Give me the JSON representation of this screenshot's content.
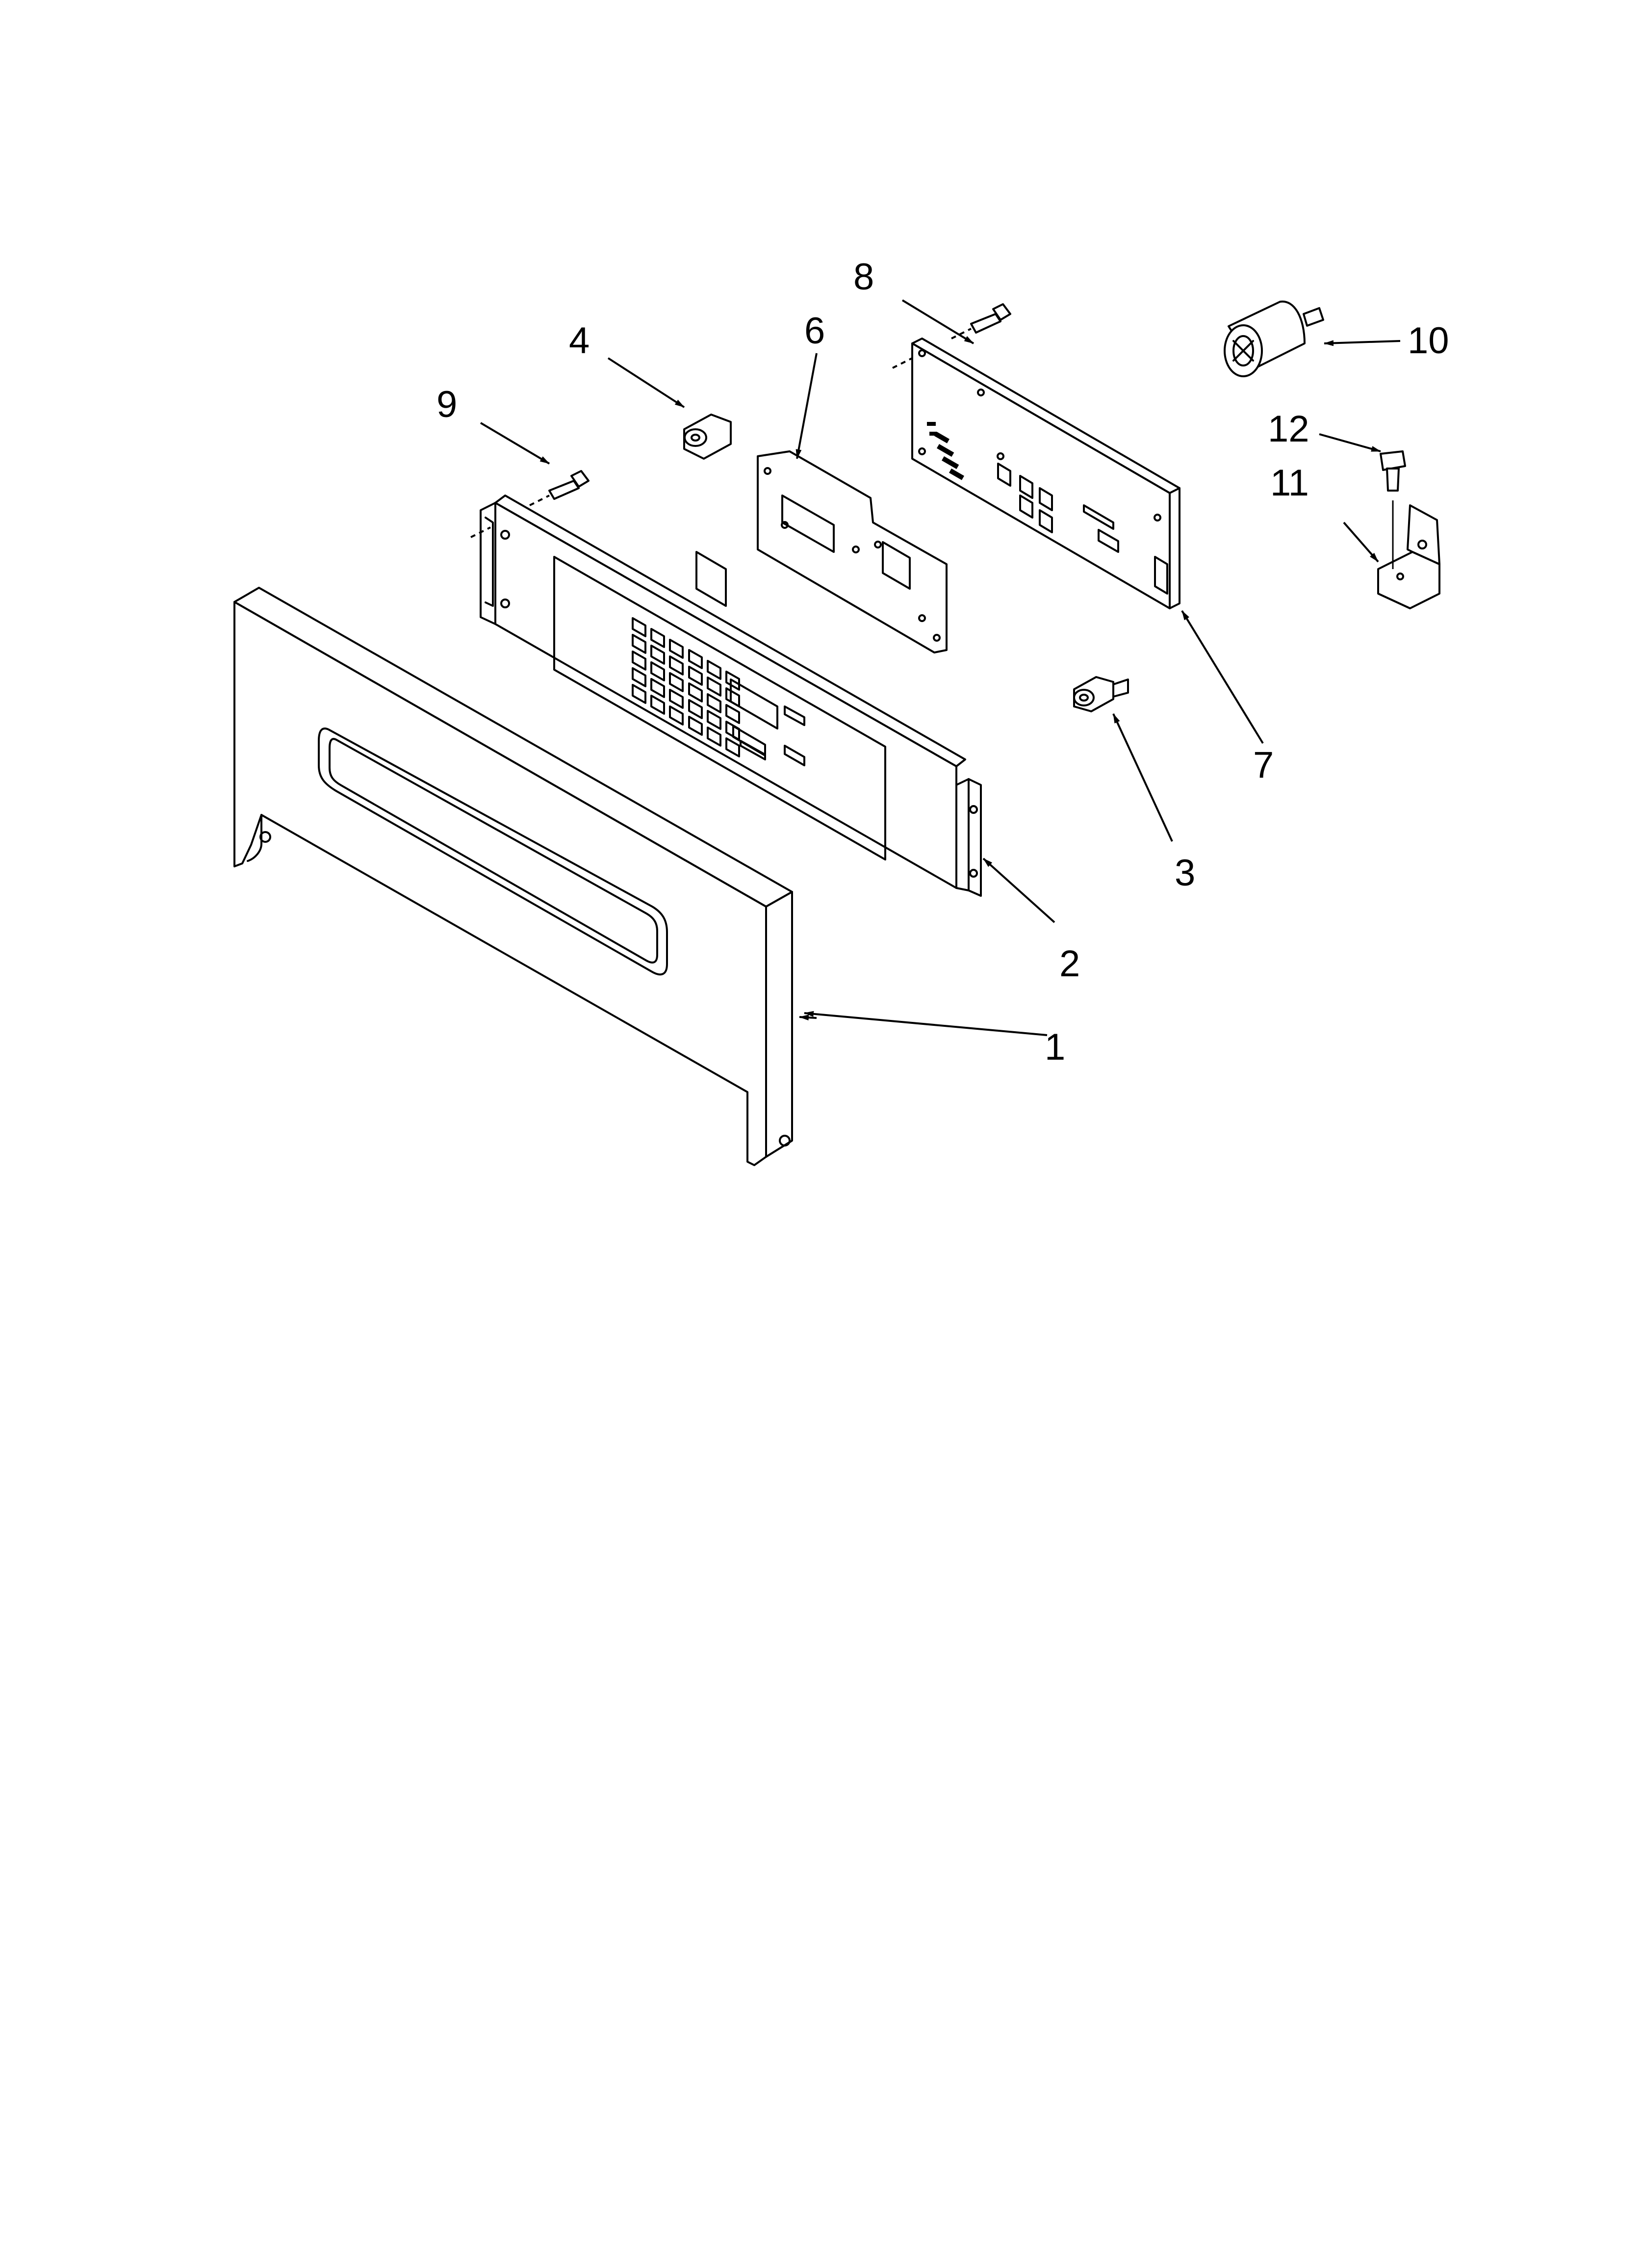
{
  "diagram": {
    "callouts": [
      {
        "id": "1",
        "label": "1"
      },
      {
        "id": "2",
        "label": "2"
      },
      {
        "id": "3",
        "label": "3"
      },
      {
        "id": "4",
        "label": "4"
      },
      {
        "id": "6",
        "label": "6"
      },
      {
        "id": "7",
        "label": "7"
      },
      {
        "id": "8",
        "label": "8"
      },
      {
        "id": "9",
        "label": "9"
      },
      {
        "id": "10",
        "label": "10"
      },
      {
        "id": "11",
        "label": "11"
      },
      {
        "id": "12",
        "label": "12"
      }
    ]
  }
}
